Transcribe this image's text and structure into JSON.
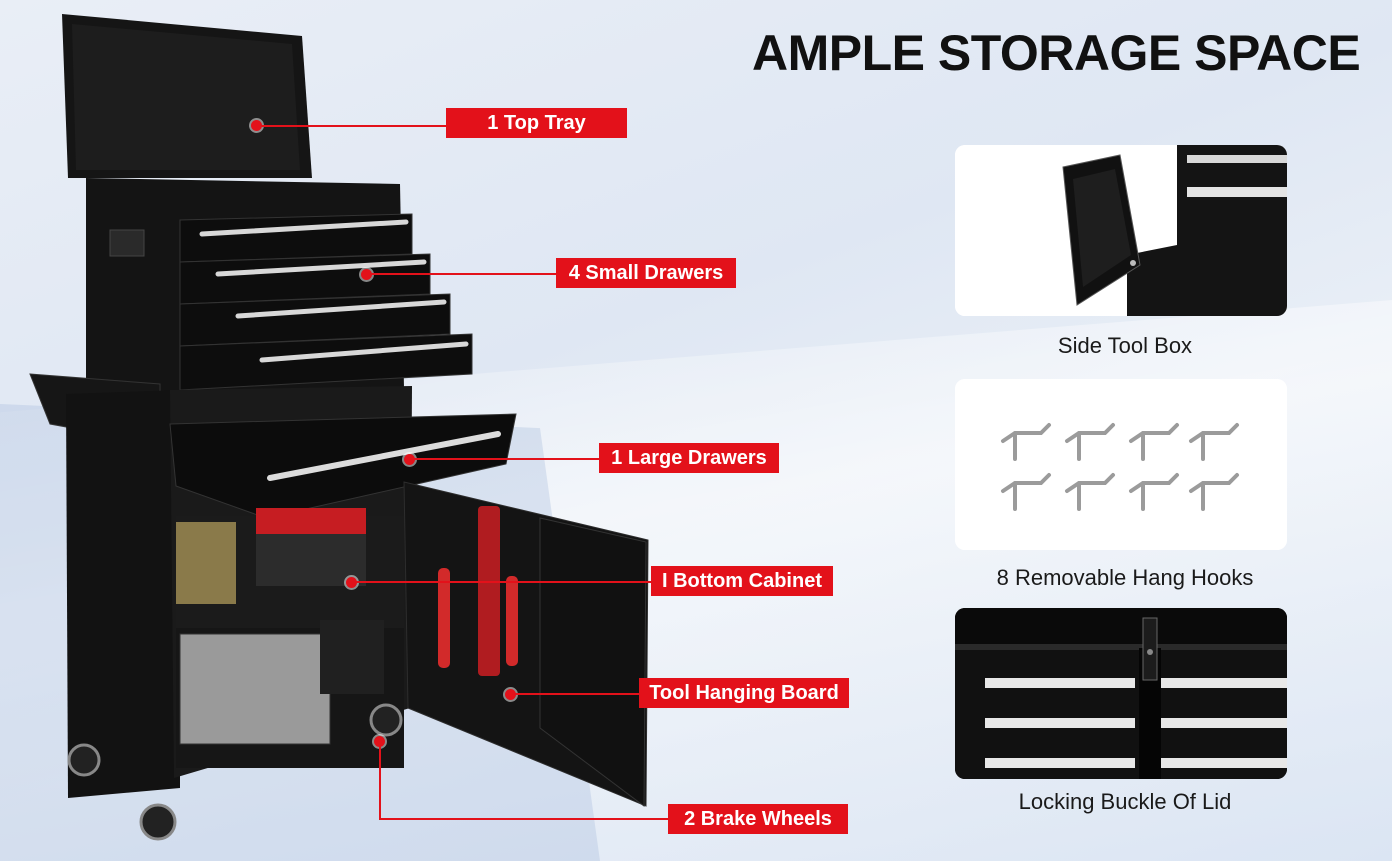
{
  "headline": "AMPLE STORAGE SPACE",
  "callouts": {
    "top_tray": "1 Top Tray",
    "small_drawers": "4 Small Drawers",
    "large_drawers": "1  Large Drawers",
    "bottom_cabinet": "I Bottom Cabinet",
    "hanging_board": "Tool Hanging Board",
    "brake_wheels": "2 Brake Wheels"
  },
  "features": [
    {
      "caption": "Side Tool Box",
      "icon": "side-tool-box-photo"
    },
    {
      "caption": "8 Removable Hang Hooks",
      "icon": "hang-hooks-photo"
    },
    {
      "caption": "Locking Buckle Of Lid",
      "icon": "lid-buckle-photo"
    }
  ],
  "colors": {
    "accent": "#e3111a",
    "cabinet": "#121212",
    "text": "#111111"
  }
}
